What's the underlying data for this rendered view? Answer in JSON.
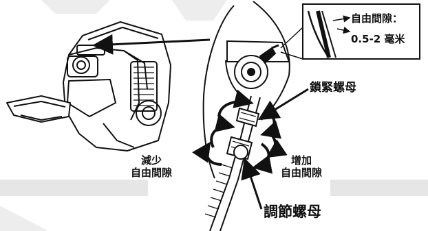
{
  "labels": {
    "gap_title": "自由間隙：",
    "gap_value": "0.5-2 毫米",
    "lock_nut": "鎖緊螺母",
    "decrease_line1": "減少",
    "decrease_line2": "自由間隙",
    "increase_line1": "增加",
    "increase_line2": "自由間隙",
    "adjust_nut": "調節螺母"
  },
  "colors": {
    "watermark": "#d9d9d9",
    "ink": "#111111",
    "background": "#ffffff"
  }
}
